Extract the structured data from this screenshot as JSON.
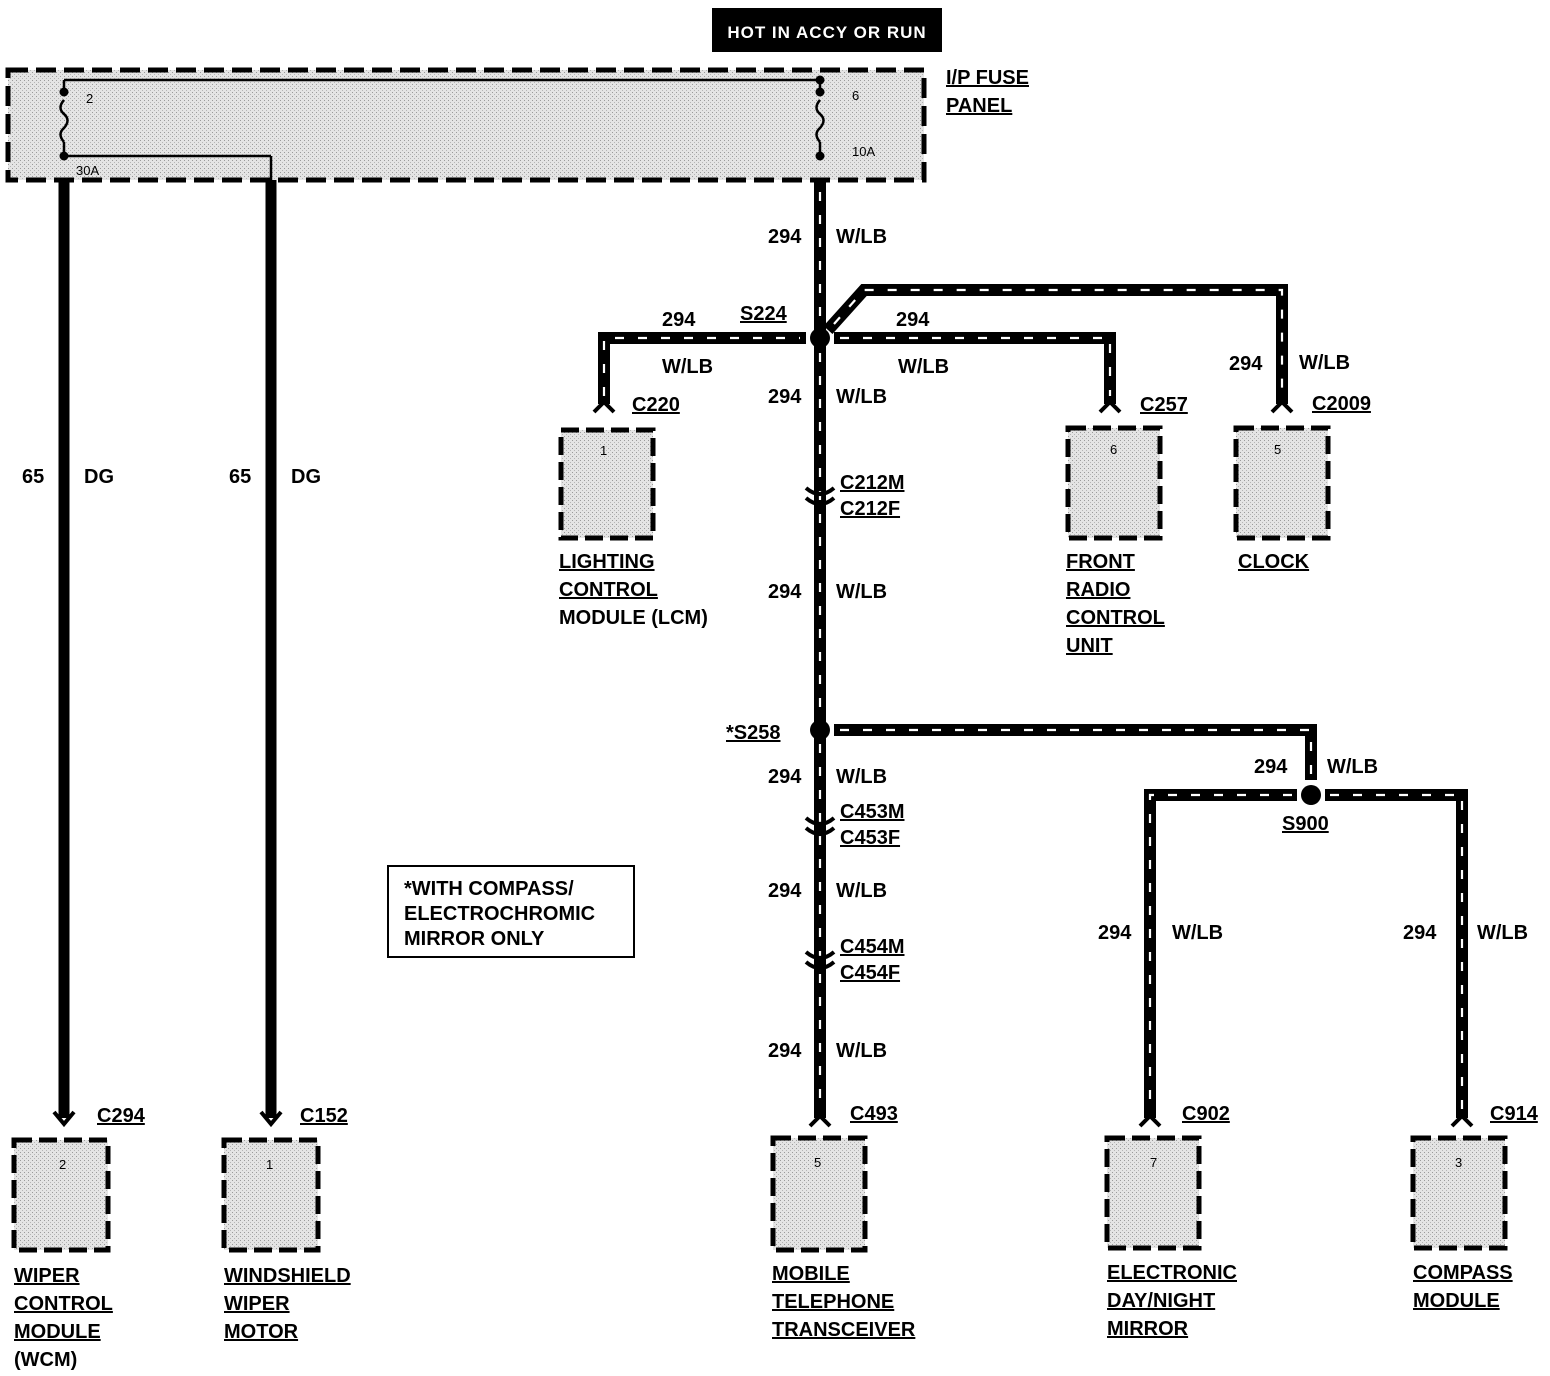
{
  "power_label": "HOT IN ACCY OR RUN",
  "fuse_panel": {
    "title_line1": "I/P FUSE",
    "title_line2": "PANEL",
    "fuse_left": {
      "number": "2",
      "rating": "30A"
    },
    "fuse_right": {
      "number": "6",
      "rating": "10A"
    }
  },
  "left_circuits": [
    {
      "circuit": "65",
      "color": "DG",
      "connector": "C294",
      "pin": "2",
      "name_lines": [
        "WIPER",
        "CONTROL",
        "MODULE",
        "(WCM)"
      ]
    },
    {
      "circuit": "65",
      "color": "DG",
      "connector": "C152",
      "pin": "1",
      "name_lines": [
        "WINDSHIELD",
        "WIPER",
        "MOTOR"
      ]
    }
  ],
  "wire": {
    "circuit": "294",
    "color": "W/LB"
  },
  "splices": {
    "s224": "S224",
    "s258": "*S258",
    "s900": "S900"
  },
  "inline_connectors": {
    "c212": [
      "C212M",
      "C212F"
    ],
    "c453": [
      "C453M",
      "C453F"
    ],
    "c454": [
      "C454M",
      "C454F"
    ]
  },
  "components": [
    {
      "id": "lcm",
      "connector": "C220",
      "pin": "1",
      "name_lines": [
        "LIGHTING",
        "CONTROL",
        "MODULE (LCM)"
      ]
    },
    {
      "id": "radio",
      "connector": "C257",
      "pin": "6",
      "name_lines": [
        "FRONT",
        "RADIO",
        "CONTROL",
        "UNIT"
      ]
    },
    {
      "id": "clock",
      "connector": "C2009",
      "pin": "5",
      "name_lines": [
        "CLOCK"
      ]
    },
    {
      "id": "phone",
      "connector": "C493",
      "pin": "5",
      "name_lines": [
        "MOBILE",
        "TELEPHONE",
        "TRANSCEIVER"
      ]
    },
    {
      "id": "mirror",
      "connector": "C902",
      "pin": "7",
      "name_lines": [
        "ELECTRONIC",
        "DAY/NIGHT",
        "MIRROR"
      ]
    },
    {
      "id": "compass",
      "connector": "C914",
      "pin": "3",
      "name_lines": [
        "COMPASS",
        "MODULE"
      ]
    }
  ],
  "note_lines": [
    "*WITH COMPASS/",
    "ELECTROCHROMIC",
    "MIRROR ONLY"
  ]
}
